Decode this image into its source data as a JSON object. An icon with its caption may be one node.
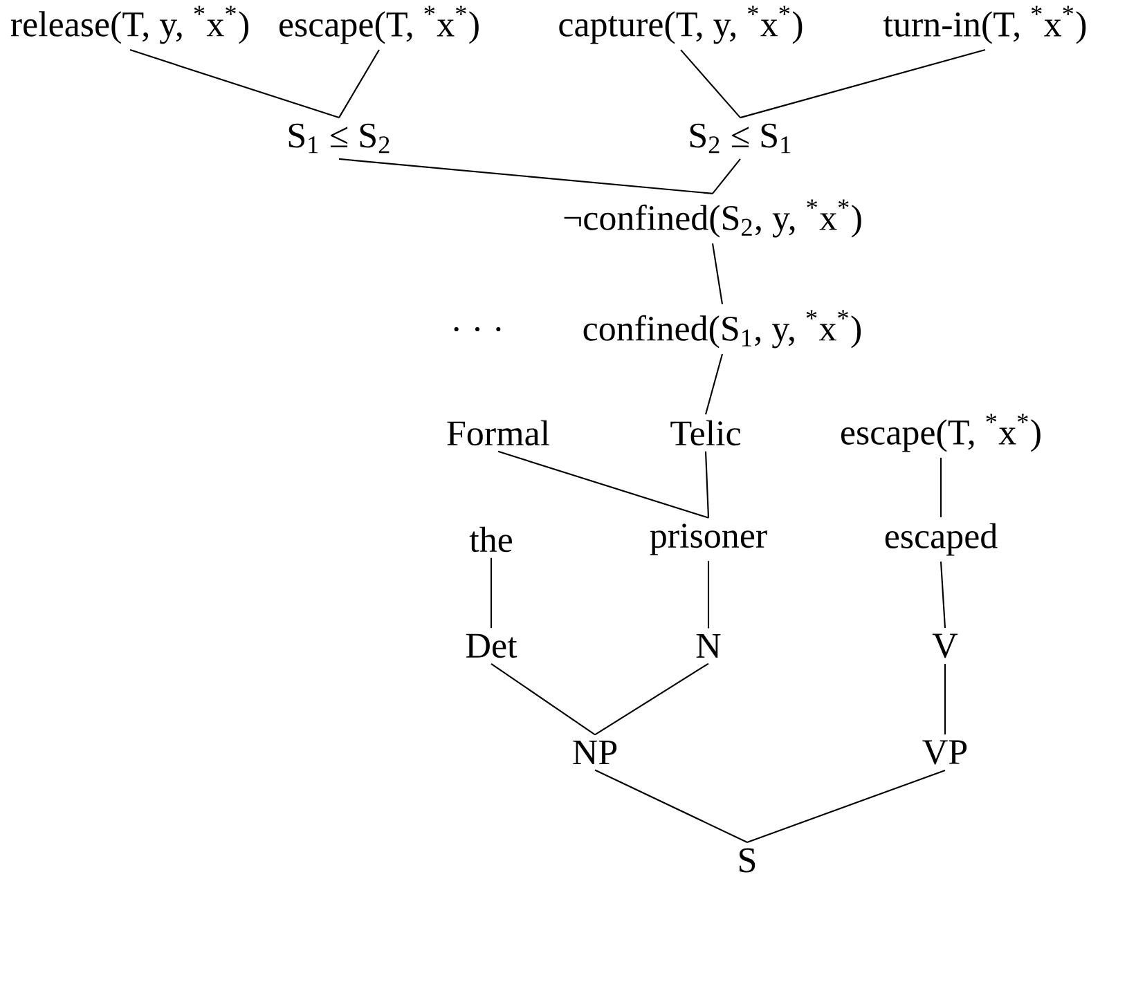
{
  "diagram": {
    "nodes": [
      {
        "text": [
          "release(T, y, $^{*}$x$^{*}$)"
        ]
      },
      {
        "text": [
          "escape(T, $^{*}$x$^{*}$)"
        ]
      },
      {
        "text": [
          "capture(T, y, $^{*}$x$^{*}$)"
        ]
      },
      {
        "text": [
          "turn-in(T, $^{*}$x$^{*}$)"
        ]
      },
      {
        "text": [
          "S$_{1}$ ≤ S$_{2}$"
        ]
      },
      {
        "text": [
          "S$_{2}$ ≤ S$_{1}$"
        ]
      },
      {
        "text": [
          "¬confined(S$_{2}$, y, $^{*}$x$^{*}$)"
        ]
      },
      {
        "text": [
          "confined(S$_{1}$, y, $^{*}$x$^{*}$)"
        ]
      },
      {
        "text": [
          "Formal"
        ]
      },
      {
        "text": [
          "Telic"
        ]
      },
      {
        "text": [
          "escape(T, $^{*}$x$^{*}$)"
        ]
      },
      {
        "text": [
          "the"
        ]
      },
      {
        "text": [
          "prisoner"
        ]
      },
      {
        "text": [
          "escaped"
        ]
      },
      {
        "text": [
          "Det"
        ]
      },
      {
        "text": [
          "N"
        ]
      },
      {
        "text": [
          "V"
        ]
      },
      {
        "text": [
          "NP"
        ]
      },
      {
        "text": [
          "VP"
        ]
      },
      {
        "text": [
          "S"
        ]
      }
    ],
    "edges": [
      {
        "from": 0,
        "to": 4,
        "arrow": "none"
      },
      {
        "from": 1,
        "to": 4,
        "arrow": "none"
      },
      {
        "from": 2,
        "to": 5,
        "arrow": "none"
      },
      {
        "from": 3,
        "to": 5,
        "arrow": "none"
      },
      {
        "from": 4,
        "to": 6,
        "arrow": "none"
      },
      {
        "from": 5,
        "to": 6,
        "arrow": "none"
      },
      {
        "from": 6,
        "to": 7,
        "arrow": "none"
      },
      {
        "from": 7,
        "to": 9,
        "arrow": "none"
      },
      {
        "from": 8,
        "to": 12,
        "arrow": "none"
      },
      {
        "from": 9,
        "to": 12,
        "arrow": "none"
      },
      {
        "from": 10,
        "to": 13,
        "arrow": "none"
      },
      {
        "from": 11,
        "to": 14,
        "arrow": "none"
      },
      {
        "from": 12,
        "to": 15,
        "arrow": "none"
      },
      {
        "from": 13,
        "to": 16,
        "arrow": "none"
      },
      {
        "from": 14,
        "to": 17,
        "arrow": "none"
      },
      {
        "from": 15,
        "to": 17,
        "arrow": "none"
      },
      {
        "from": 16,
        "to": 18,
        "arrow": "none"
      },
      {
        "from": 17,
        "to": 19,
        "arrow": "none"
      },
      {
        "from": 18,
        "to": 19,
        "arrow": "none"
      }
    ],
    "labels": [
      ". . ."
    ]
  }
}
